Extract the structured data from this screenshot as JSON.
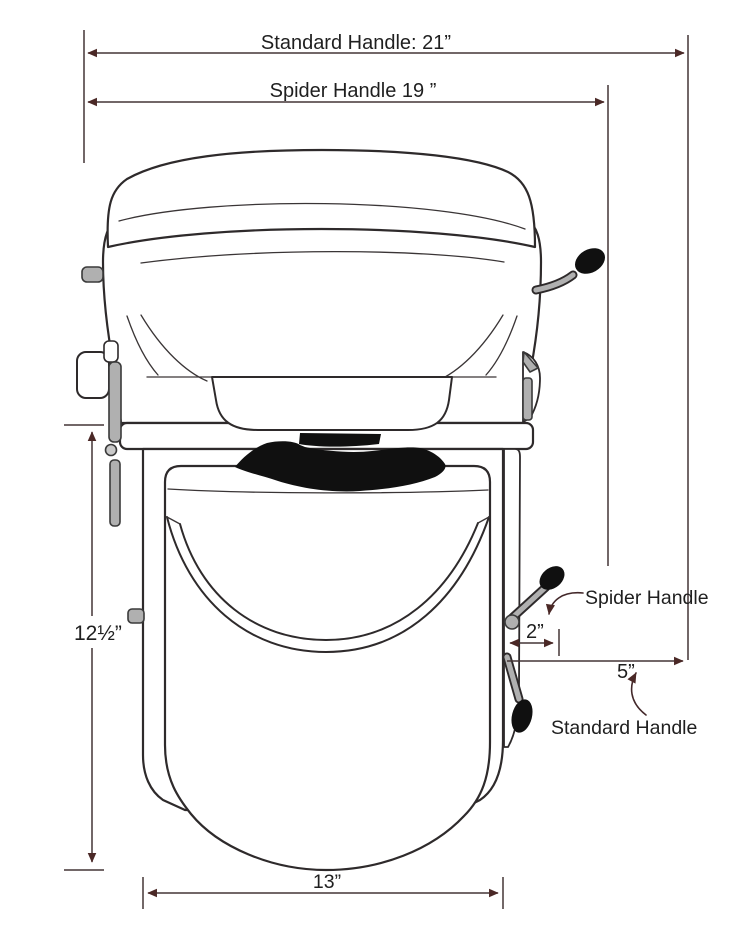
{
  "diagram": {
    "annotations": {
      "standard_handle_width": "Standard Handle: 21”",
      "spider_handle_width": "Spider Handle 19 ”",
      "unit_height": "12½”",
      "spider_handle_offset": "2”",
      "standard_handle_offset": "5”",
      "base_width": "13”"
    },
    "labels": {
      "spider_handle": "Spider Handle",
      "standard_handle": "Standard Handle"
    },
    "colors": {
      "background": "#ffffff",
      "drawing_line": "#2e2a2b",
      "dimension_line": "#443536",
      "arrow": "#4a2826",
      "text": "#1f1f1f",
      "handle_gray": "#b0b0b0",
      "knob_black": "#101010"
    }
  }
}
